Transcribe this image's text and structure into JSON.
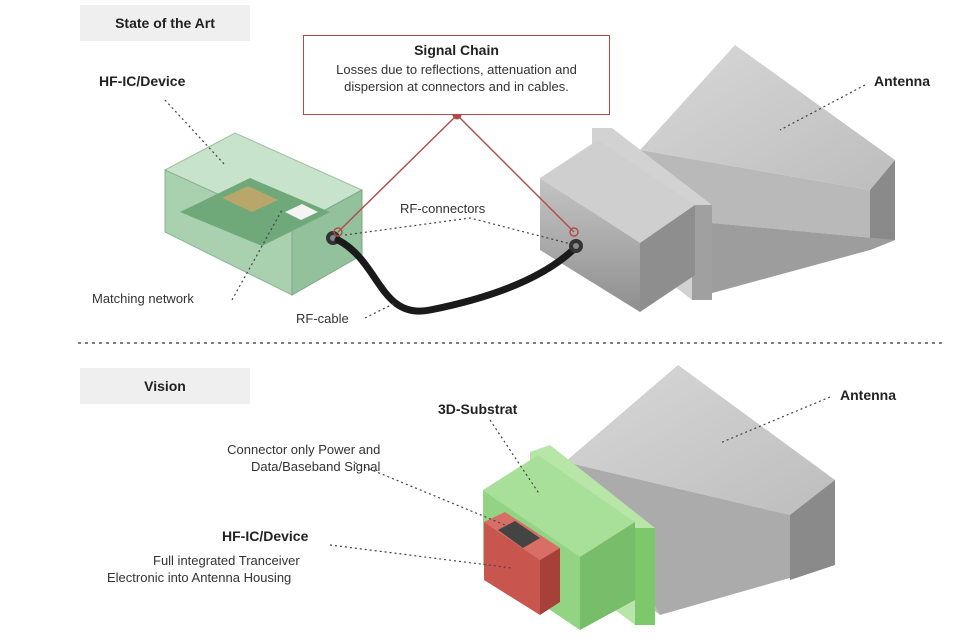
{
  "sections": {
    "state_of_art": "State of the Art",
    "vision": "Vision"
  },
  "top": {
    "device_label": "HF-IC/Device",
    "signal_chain_title": "Signal Chain",
    "signal_chain_line1": "Losses due to reflections, attenuation and",
    "signal_chain_line2": "dispersion at connectors and in cables.",
    "antenna_label": "Antenna",
    "rf_connectors_label": "RF-connectors",
    "matching_network_label": "Matching network",
    "rf_cable_label": "RF-cable"
  },
  "bottom": {
    "antenna_label": "Antenna",
    "substrat_label": "3D-Substrat",
    "connector_line1": "Connector only Power and",
    "connector_line2": "Data/Baseband Signal",
    "device_label": "HF-IC/Device",
    "device_line1": "Full integrated Tranceiver",
    "device_line2": "Electronic into Antenna Housing"
  },
  "colors": {
    "callout_border": "#b34a4a",
    "device_green": "#8fc79a",
    "substrat_green": "#9fdc8f",
    "device_red": "#c8554e",
    "metal_gray": "#a8a8a8"
  }
}
